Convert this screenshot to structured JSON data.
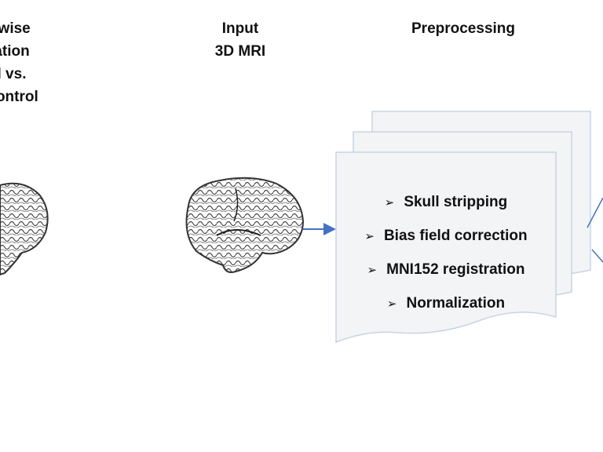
{
  "labels": {
    "left": [
      "-wise",
      "ation",
      "l vs.",
      "Control"
    ],
    "input": [
      "Input",
      "3D MRI"
    ],
    "preprocessing": "Preprocessing"
  },
  "preprocessing_steps": [
    "Skull stripping",
    "Bias field correction",
    "MNI152 registration",
    "Normalization"
  ],
  "bullet_glyph": "➢",
  "colors": {
    "arrow": "#4472c4",
    "card_border": "#c9d4e3",
    "card_fill": "#f3f4f6",
    "brain": "#555555"
  }
}
